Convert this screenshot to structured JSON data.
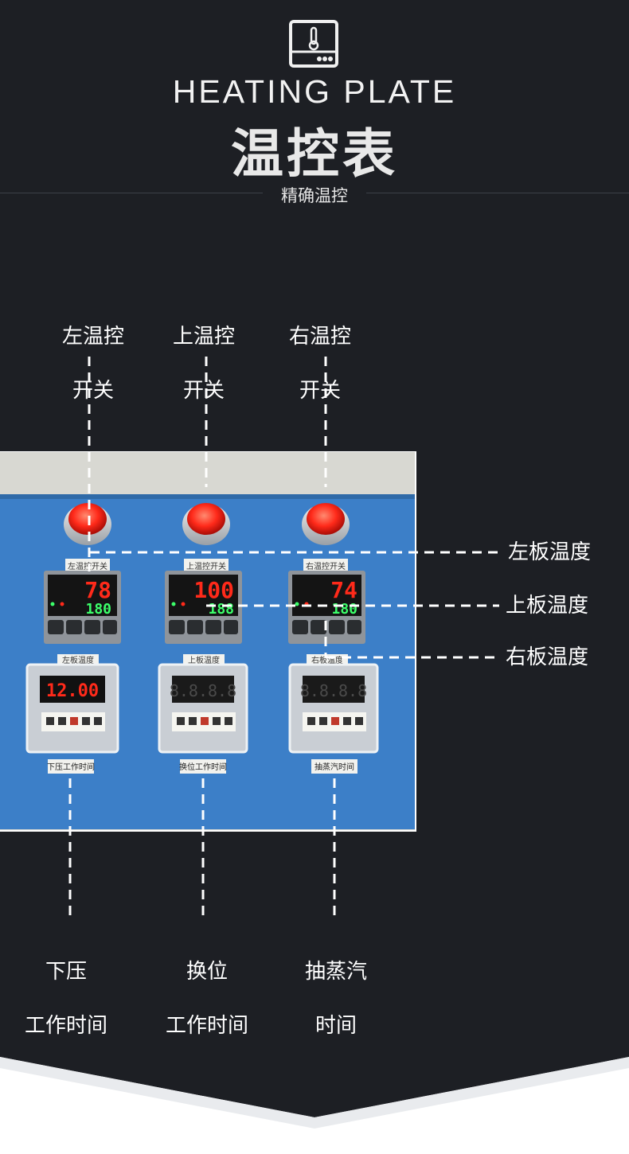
{
  "header": {
    "title": "HEATING PLATE",
    "subtitle": "温控表",
    "tagline": "精确温控"
  },
  "top_labels": [
    {
      "line1": "左温控",
      "line2": "开关"
    },
    {
      "line1": "上温控",
      "line2": "开关"
    },
    {
      "line1": "右温控",
      "line2": "开关"
    }
  ],
  "side_labels": [
    "左板温度",
    "上板温度",
    "右板温度"
  ],
  "bottom_labels": [
    {
      "line1": "下压",
      "line2": "工作时间"
    },
    {
      "line1": "换位",
      "line2": "工作时间"
    },
    {
      "line1": "抽蒸汽",
      "line2": "时间"
    }
  ],
  "panel": {
    "controllers": [
      {
        "pv": "78",
        "sv": "180",
        "label": "左温控开关"
      },
      {
        "pv": "100",
        "sv": "188",
        "label": "上温控开关"
      },
      {
        "pv": "74",
        "sv": "180",
        "label": "右温控开关"
      }
    ],
    "timer_tags": [
      "左板温度",
      "上板温度",
      "右板温度"
    ],
    "timers": [
      {
        "display": "12.00",
        "label": "下压工作时间"
      },
      {
        "display": "8.8.8.8",
        "label": "换位工作时间"
      },
      {
        "display": "8.8.8.8",
        "label": "抽蒸汽时间"
      }
    ]
  },
  "colors": {
    "background": "#1d1f24",
    "panel_blue": "#3c7fc8",
    "panel_frame": "#d8d8d2",
    "indicator_red": "#ff2a1a",
    "display_green": "#3cff6a",
    "text": "#ffffff"
  },
  "icons": [
    "thermometer-device-icon"
  ]
}
